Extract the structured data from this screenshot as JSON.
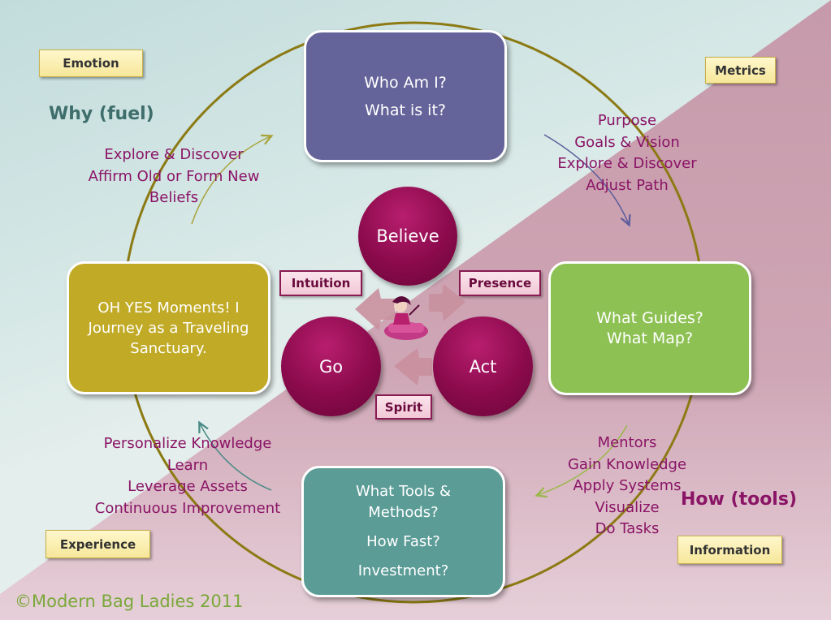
{
  "boxes": {
    "top": {
      "lines": [
        "Who Am I?",
        "What is it?"
      ],
      "color": "#65649a"
    },
    "right": {
      "lines": [
        "What Guides?",
        "What Map?"
      ],
      "color": "#8dc153"
    },
    "bottom": {
      "lines": [
        "What Tools &",
        "Methods?",
        "How Fast?",
        "Investment?"
      ],
      "color": "#5b9c96"
    },
    "left": {
      "lines": [
        "OH YES Moments!  I",
        "Journey as a Traveling",
        "Sanctuary."
      ],
      "color": "#c0aa26"
    }
  },
  "circles": {
    "believe": "Believe",
    "go": "Go",
    "act": "Act"
  },
  "pink_tags": {
    "intuition": "Intuition",
    "presence": "Presence",
    "spirit": "Spirit"
  },
  "corner_tags": {
    "emotion": "Emotion",
    "metrics": "Metrics",
    "experience": "Experience",
    "information": "Information"
  },
  "side_labels": {
    "why": "Why (fuel)",
    "how": "How (tools)"
  },
  "lists": {
    "top_left": [
      "Explore & Discover",
      "Affirm Old or Form New",
      "Beliefs"
    ],
    "top_right": [
      "Purpose",
      "Goals & Vision",
      "Explore & Discover",
      "Adjust Path"
    ],
    "bottom_left": [
      "Personalize Knowledge",
      "Learn",
      "Leverage Assets",
      "Continuous Improvement"
    ],
    "bottom_right": [
      "Mentors",
      "Gain Knowledge",
      "Apply Systems",
      "Visualize",
      "Do Tasks"
    ]
  },
  "copyright": "©Modern Bag Ladies 2011",
  "colors": {
    "why": "#3e6e6c",
    "how": "#8a1466",
    "list": "#8a1466",
    "ring": "#8c7a14",
    "copyright": "#7aa83a"
  }
}
